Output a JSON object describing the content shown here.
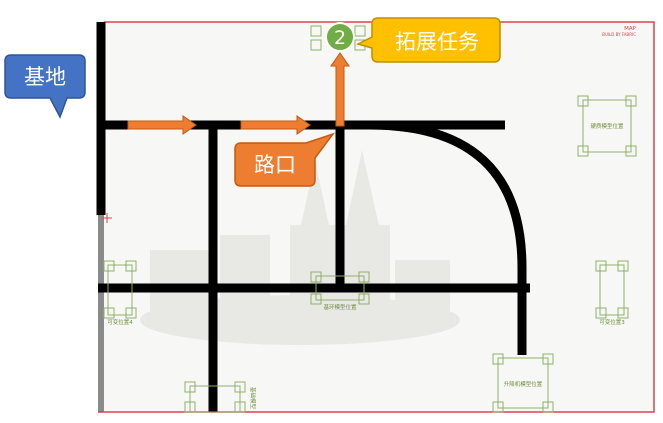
{
  "callouts": {
    "base": "基地",
    "extension": "拓展任务",
    "intersection": "路口"
  },
  "step_badge": "2",
  "map_header": [
    "MAP",
    "BUILD BY FABRIC"
  ],
  "zones": {
    "top_right": "硬质模型位置",
    "center": "基环模型位置",
    "left": "可变位置4",
    "right": "可变位置3",
    "lift": "升降机模型位置",
    "bottom": "基础模型"
  },
  "colors": {
    "road": "#000000",
    "arrow": "#ed7d31",
    "callout_base": "#4472c4",
    "callout_extension": "#ffc000",
    "callout_intersection": "#ed7d31",
    "badge": "#70ad47",
    "border": "#e04050",
    "zone": "#6f8f3a"
  }
}
